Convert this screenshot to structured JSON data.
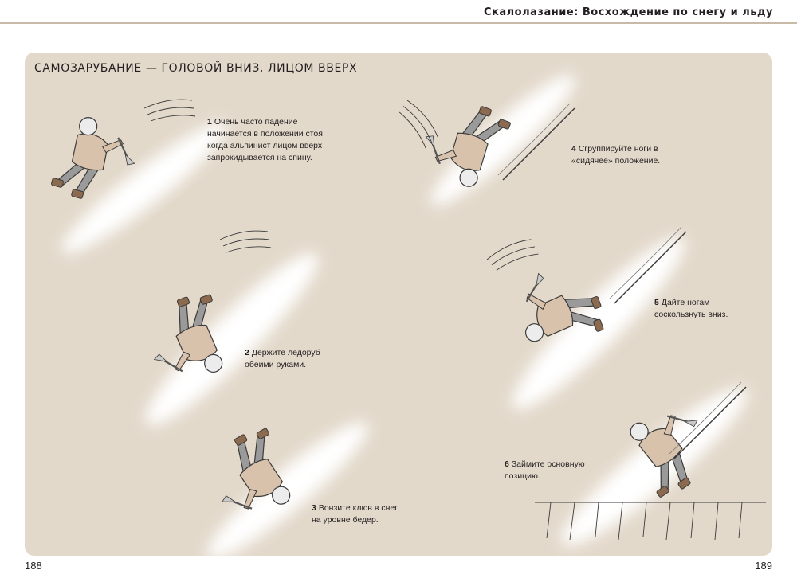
{
  "running_head": "Скалолазание: Восхождение по снегу и льду",
  "panel": {
    "title": "САМОЗАРУБАНИЕ — ГОЛОВОЙ ВНИЗ, ЛИЦОМ ВВЕРХ",
    "steps": [
      {
        "num": "1",
        "text": "Очень часто падение начинается в положении стоя, когда альпинист лицом вверх запрокидывается на спину."
      },
      {
        "num": "2",
        "text": "Держите ледоруб обеими руками."
      },
      {
        "num": "3",
        "text": "Вонзите клюв в снег на уровне бедер."
      },
      {
        "num": "4",
        "text": "Сгруппируйте ноги в «сидячее» положение."
      },
      {
        "num": "5",
        "text": "Дайте ногам соскользнуть вниз."
      },
      {
        "num": "6",
        "text": "Займите основную позицию."
      }
    ]
  },
  "page_numbers": {
    "left": "188",
    "right": "189"
  },
  "colors": {
    "panel_bg": "#e3d9cb",
    "jacket": "#d9c2ab",
    "pants": "#9a9a9a",
    "boots": "#8b6a50",
    "snow_glow": "#ffffff",
    "rule": "#c9b9a7"
  }
}
